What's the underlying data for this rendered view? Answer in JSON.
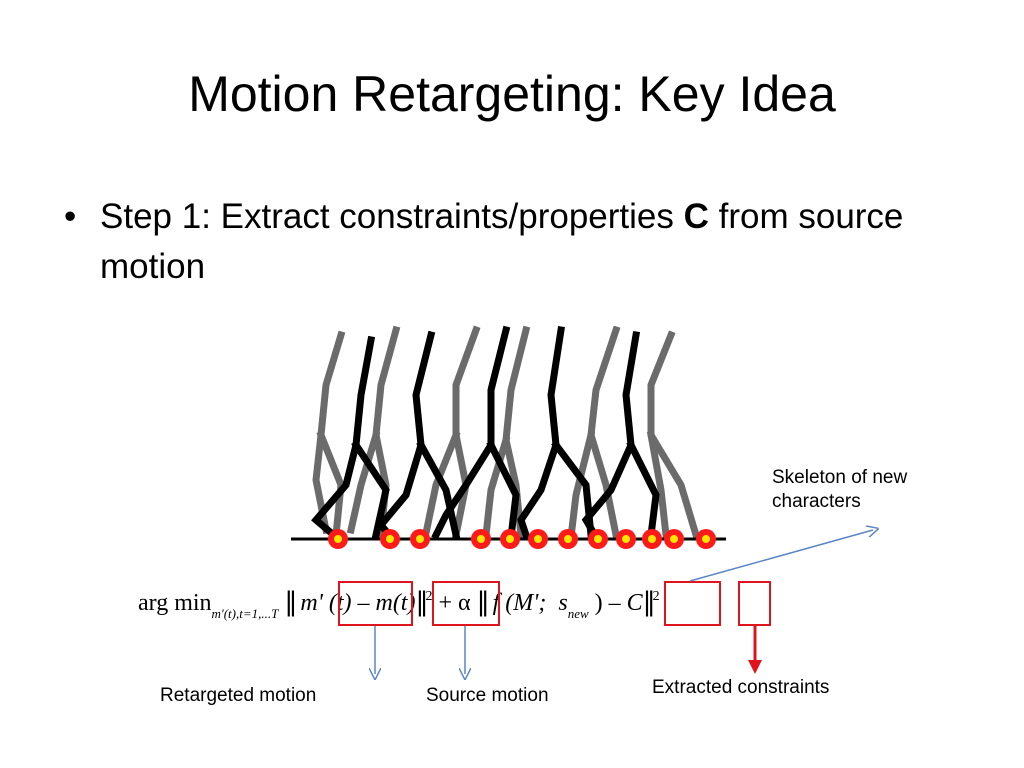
{
  "slide": {
    "title": "Motion Retargeting:  Key Idea",
    "bullet": {
      "glyph": "•",
      "text_before": "Step 1: Extract constraints/properties ",
      "bold": "C",
      "text_after": " from source motion"
    }
  },
  "formula": {
    "argmin": "arg min",
    "subscript": "m'(t),t=1,...T",
    "term1": "m' (t)",
    "minus1": "–",
    "term2": "m(t)",
    "norm_power": "2",
    "plus_alpha": "+ α",
    "f_open": "f (M';",
    "s": "s",
    "s_sub": "new",
    "paren_minus": ") –",
    "C": "C",
    "norm_power2": "2"
  },
  "labels": {
    "skeleton": "Skeleton of new\ncharacters",
    "retargeted": "Retargeted motion",
    "source": "Source motion",
    "extracted": "Extracted constraints"
  },
  "colors": {
    "highlight_box": "#e0141c",
    "arrow_blue": "#5b86c5",
    "arrow_red": "#e0141c",
    "constraint_marker": "#ff1a1a",
    "constraint_center": "#ffe600",
    "stick_dark": "#000000",
    "stick_gray": "#6b6b6b"
  }
}
